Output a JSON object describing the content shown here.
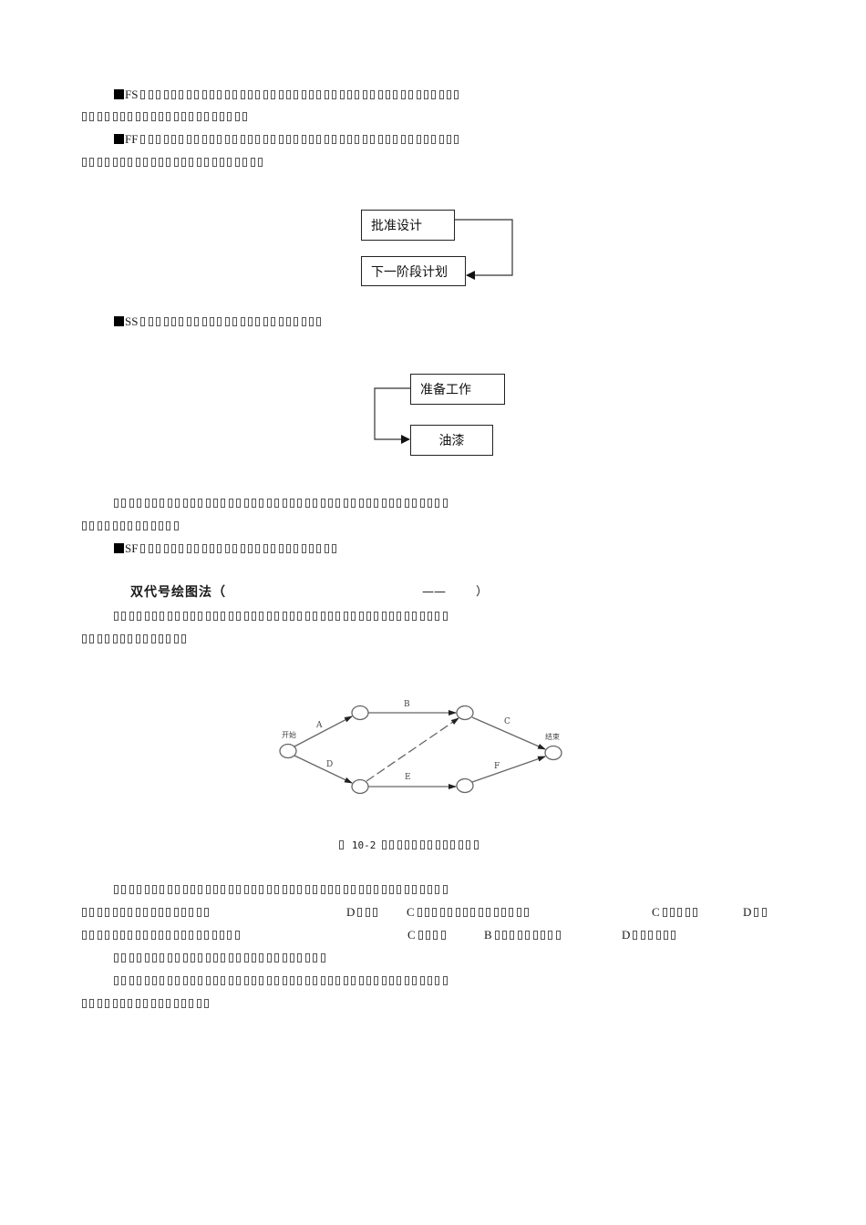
{
  "paragraphs": [
    {
      "id": "fs",
      "prefix": "FS",
      "lines": [
        42,
        22
      ],
      "bullet": true
    },
    {
      "id": "ff",
      "prefix": "FF",
      "lines": [
        42,
        24
      ],
      "bullet": true
    },
    {
      "id": "ss",
      "prefix": "SS",
      "lines": [
        24
      ],
      "bullet": true
    },
    {
      "id": "note1",
      "prefix": "",
      "lines": [
        44,
        13
      ],
      "bullet": false
    },
    {
      "id": "sf",
      "prefix": "SF",
      "lines": [
        26
      ],
      "bullet": false
    }
  ],
  "ff_diagram": {
    "box1": "批准设计",
    "box2": "下一阶段计划"
  },
  "ss_diagram": {
    "box1": "准备工作",
    "box2": "油漆"
  },
  "section_heading": {
    "title": "双代号绘图法（",
    "dash": "——",
    "close": "）"
  },
  "network_diagram": {
    "start_label": "开始",
    "end_label": "结束",
    "activities": [
      "A",
      "B",
      "C",
      "D",
      "E",
      "F"
    ],
    "caption_prefix": "图",
    "caption_number": "10-2"
  },
  "inline_letters": {
    "line2": [
      "D",
      "C",
      "C",
      "D"
    ],
    "line3": [
      "C",
      "B",
      "D"
    ]
  }
}
